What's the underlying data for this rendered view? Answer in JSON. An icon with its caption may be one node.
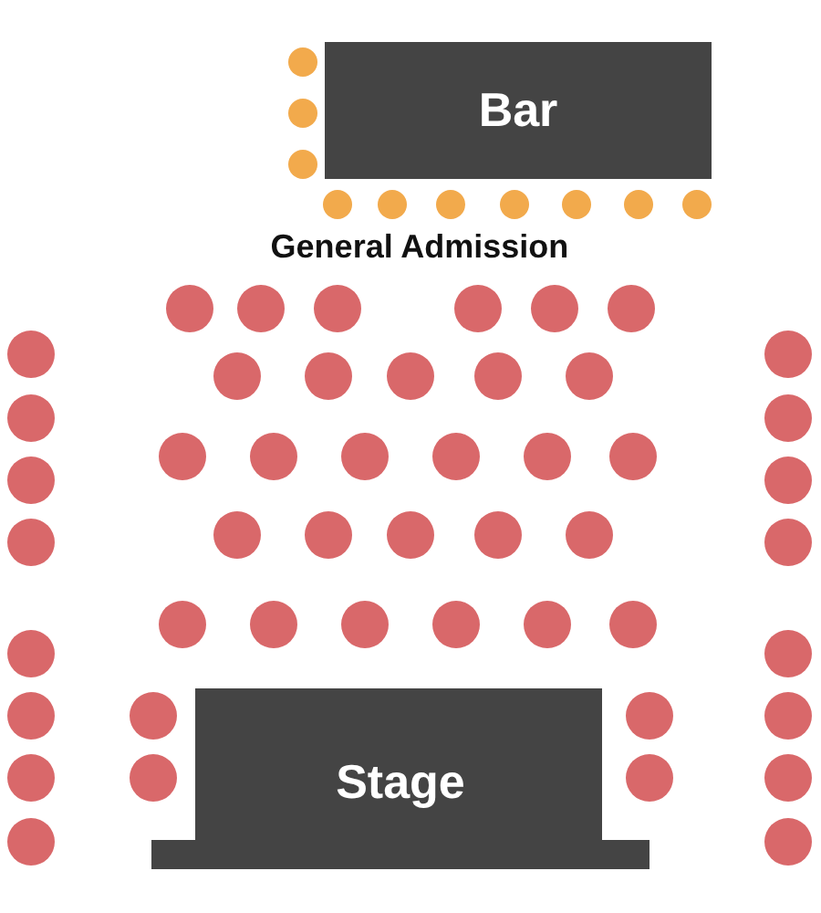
{
  "diagram": {
    "nodes": [
      {
        "text": [
          "Bar"
        ]
      },
      {
        "text": [
          "Stage"
        ]
      }
    ],
    "labels": [
      "General Admission"
    ]
  }
}
